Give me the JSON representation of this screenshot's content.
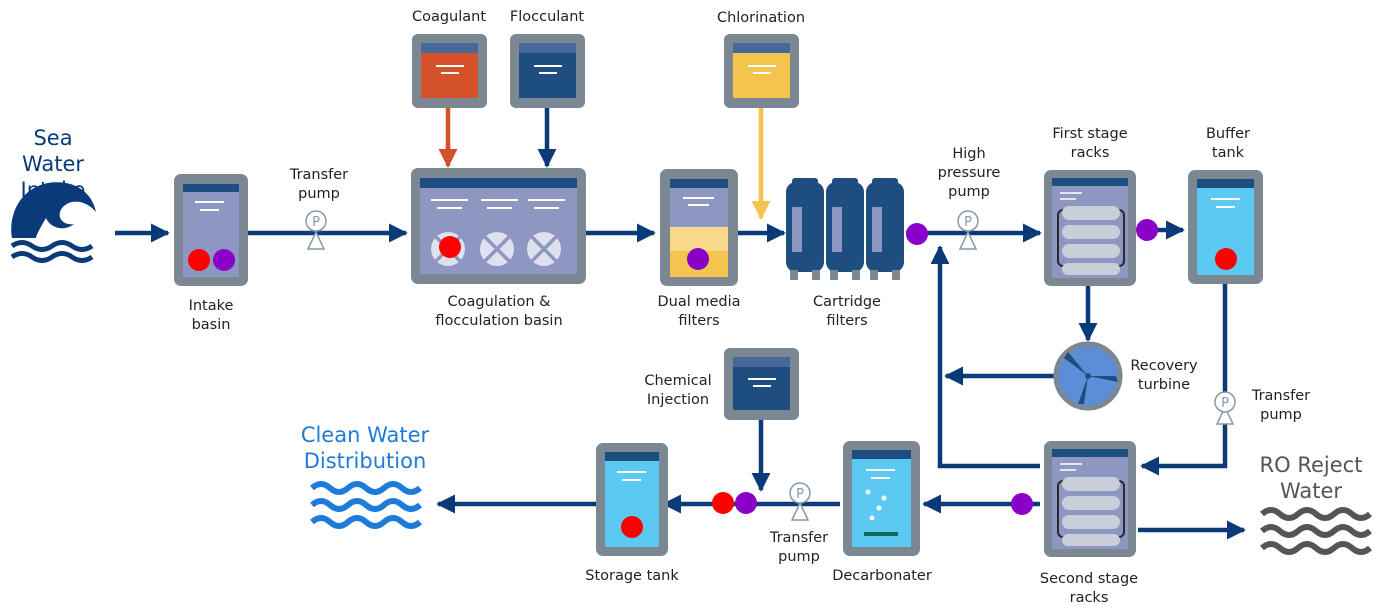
{
  "colors": {
    "navy": "#0a3a78",
    "tank_frame": "#7b8893",
    "tank_body": "#8e96c2",
    "tank_header": "#1e4d80",
    "water_light": "#5bc9f2",
    "coagulant": "#d4512a",
    "flocculant": "#1e4d80",
    "chlorination": "#f5c44e",
    "sensor_red": "#ff0000",
    "sensor_purple": "#8a00c8",
    "clean_water": "#1e7bd8",
    "reject_water": "#555555"
  },
  "inputs": {
    "sea_water": "Sea Water\nIntake"
  },
  "outputs": {
    "clean_water": "Clean Water\nDistribution",
    "ro_reject": "RO Reject\nWater"
  },
  "components": {
    "intake_basin": "Intake\nbasin",
    "transfer_pump_1": "Transfer\npump",
    "coagulant": "Coagulant",
    "flocculant": "Flocculant",
    "coag_floc_basin": "Coagulation &\nflocculation basin",
    "dual_media": "Dual media\nfilters",
    "chlorination": "Chlorination",
    "cartridge": "Cartridge\nfilters",
    "hp_pump": "High\npressure\npump",
    "first_stage": "First stage\nracks",
    "buffer_tank": "Buffer\ntank",
    "recovery_turbine": "Recovery\nturbine",
    "transfer_pump_2": "Transfer\npump",
    "second_stage": "Second stage\nracks",
    "decarbonater": "Decarbonater",
    "transfer_pump_3": "Transfer\npump",
    "chemical_injection": "Chemical\nInjection",
    "storage_tank": "Storage tank"
  },
  "pump_symbol": "P"
}
